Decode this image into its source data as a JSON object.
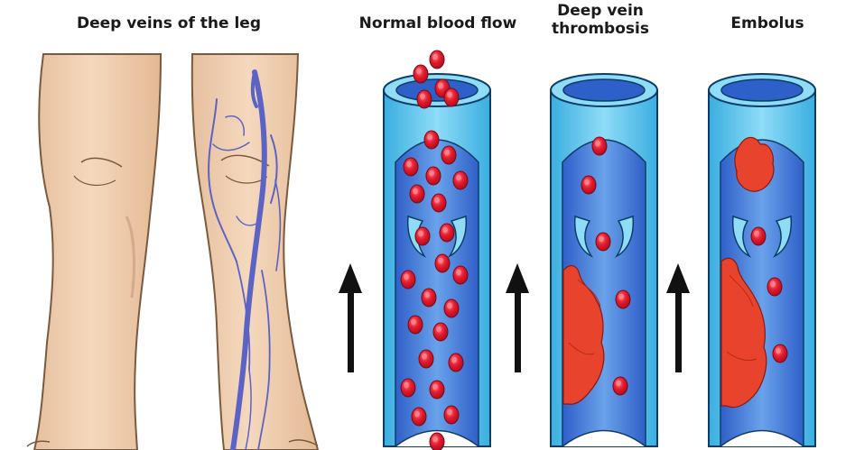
{
  "titles": {
    "legs": "Deep veins of the leg",
    "normal": "Normal blood flow",
    "dvt_line1": "Deep vein",
    "dvt_line2": "thrombosis",
    "embolus": "Embolus"
  },
  "colors": {
    "skin": "#f2d2b4",
    "skin_shadow": "#e2b996",
    "vein": "#5b63c4",
    "vessel_outer": "#5dc6ee",
    "vessel_inner": "#3f7fd8",
    "blood_cell": "#e3192d",
    "clot": "#e8432c",
    "arrow": "#111111"
  },
  "icons": [
    "flow-arrow-icon",
    "blood-cell-icon",
    "clot-icon",
    "valve-icon"
  ]
}
